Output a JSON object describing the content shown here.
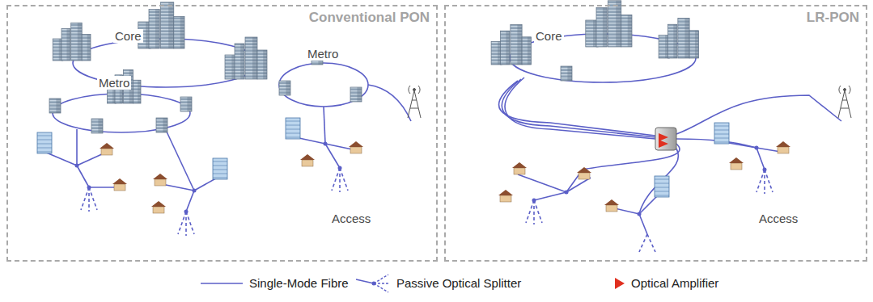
{
  "diagram": {
    "nodes": [
      {
        "text": [
          "Conventional PON"
        ]
      },
      {
        "text": [
          "LR-PON"
        ]
      }
    ],
    "edges": [],
    "labels": [
      "Core",
      "Metro",
      "Metro",
      "Access",
      "Core",
      "Access"
    ],
    "legend": [
      {
        "text": "Single-Mode Fibre"
      },
      {
        "text": "Passive Optical Splitter"
      },
      {
        "text": "Optical Amplifier"
      }
    ]
  }
}
